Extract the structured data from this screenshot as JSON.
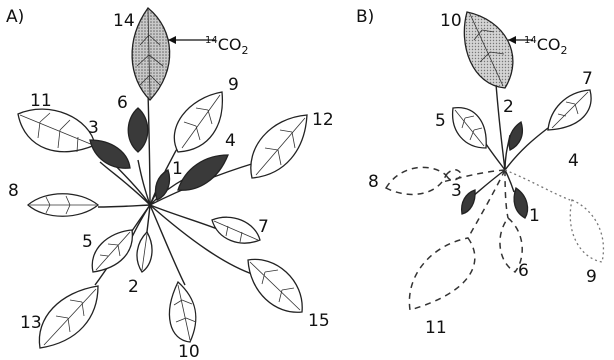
{
  "panels": [
    {
      "label": "A)",
      "co2_label": "CO",
      "co2_sup": "14",
      "co2_sub": "2",
      "leaves": [
        "14",
        "6",
        "9",
        "11",
        "3",
        "4",
        "12",
        "8",
        "1",
        "5",
        "7",
        "2",
        "13",
        "10",
        "15"
      ]
    },
    {
      "label": "B)",
      "co2_label": "CO",
      "co2_sup": "14",
      "co2_sub": "2",
      "leaves": [
        "10",
        "2",
        "7",
        "5",
        "4",
        "8",
        "3",
        "1",
        "6",
        "9",
        "11"
      ]
    }
  ],
  "colors": {
    "dark_leaf": "#3a3a3a",
    "source_leaf": "#8a8a8a",
    "light_leaf": "#ffffff",
    "line": "#222222"
  }
}
